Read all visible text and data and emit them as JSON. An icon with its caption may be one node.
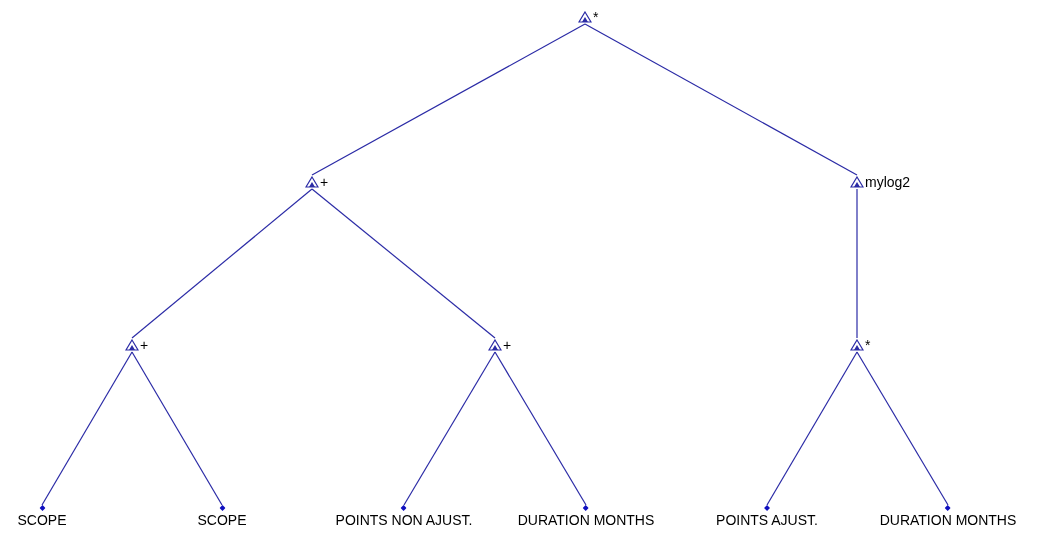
{
  "diagram": {
    "nodes": [
      {
        "text": [
          "*"
        ]
      },
      {
        "text": [
          "+"
        ]
      },
      {
        "text": [
          "mylog2"
        ]
      },
      {
        "text": [
          "+"
        ]
      },
      {
        "text": [
          "+"
        ]
      },
      {
        "text": [
          "*"
        ]
      },
      {
        "text": [
          "SCOPE"
        ]
      },
      {
        "text": [
          "SCOPE"
        ]
      },
      {
        "text": [
          "POINTS NON AJUST."
        ]
      },
      {
        "text": [
          "DURATION MONTHS"
        ]
      },
      {
        "text": [
          "POINTS AJUST."
        ]
      },
      {
        "text": [
          "DURATION MONTHS"
        ]
      }
    ],
    "edges": [
      {
        "from": 0,
        "to": 1,
        "arrow": "none"
      },
      {
        "from": 0,
        "to": 2,
        "arrow": "none"
      },
      {
        "from": 1,
        "to": 3,
        "arrow": "none"
      },
      {
        "from": 1,
        "to": 4,
        "arrow": "none"
      },
      {
        "from": 2,
        "to": 5,
        "arrow": "none"
      },
      {
        "from": 3,
        "to": 6,
        "arrow": "none"
      },
      {
        "from": 3,
        "to": 7,
        "arrow": "none"
      },
      {
        "from": 4,
        "to": 8,
        "arrow": "none"
      },
      {
        "from": 4,
        "to": 9,
        "arrow": "none"
      },
      {
        "from": 5,
        "to": 10,
        "arrow": "none"
      },
      {
        "from": 5,
        "to": 11,
        "arrow": "none"
      }
    ]
  }
}
